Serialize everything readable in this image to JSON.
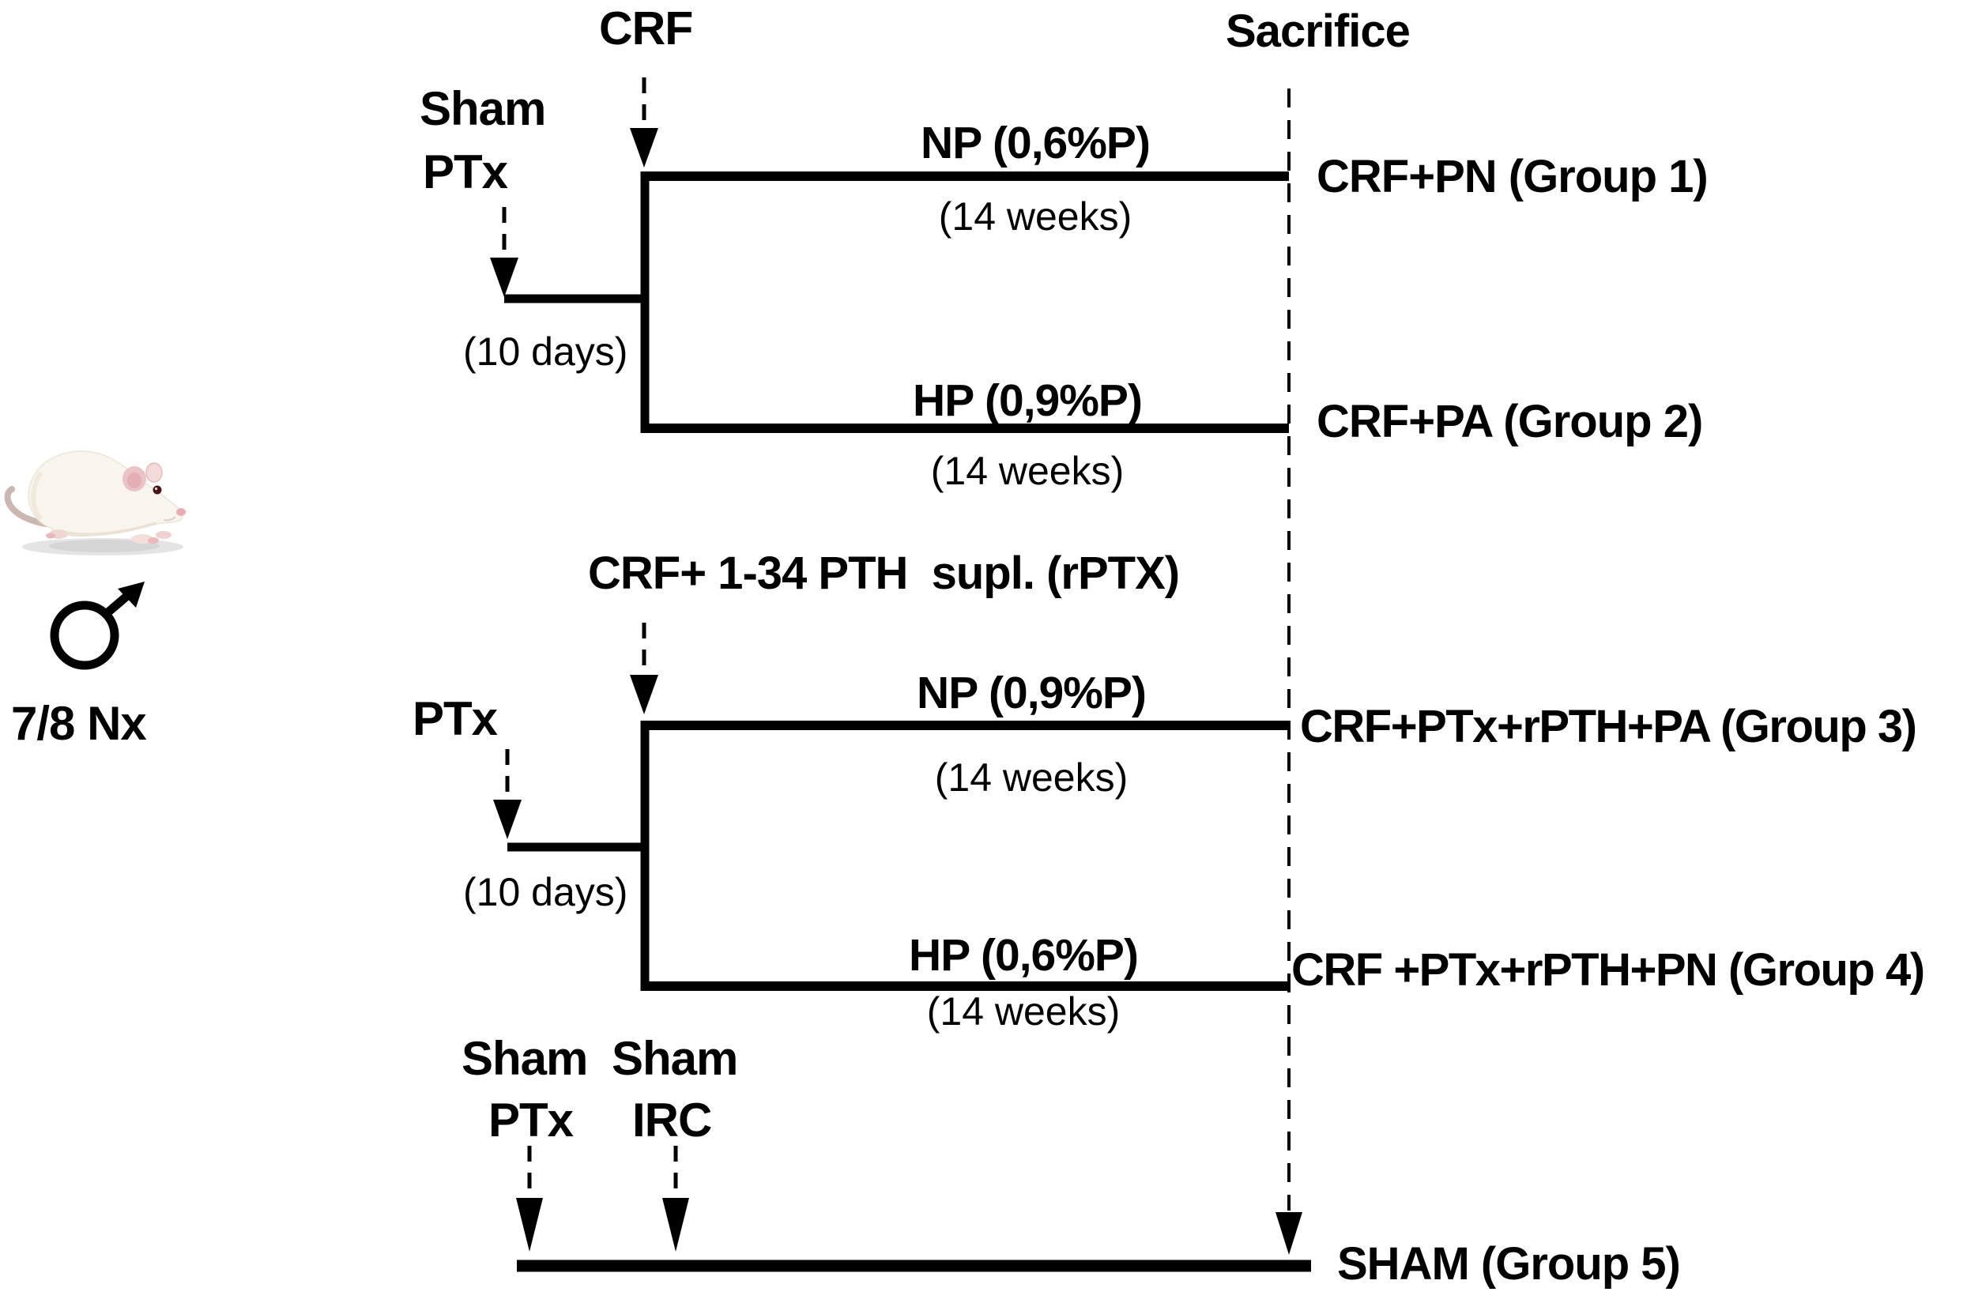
{
  "header": {
    "crf_label": "CRF",
    "sacrifice_label": "Sacrifice"
  },
  "subject": {
    "model_label": "7/8 Nx",
    "sex_icon": "male-symbol",
    "animal_icon": "albino-rat"
  },
  "branch1": {
    "pre_event_line1": "Sham",
    "pre_event_line2": "PTx",
    "interval": "(10 days)",
    "arm_top": {
      "diet": "NP (0,6%P)",
      "duration": "(14 weeks)",
      "group": "CRF+PN (Group 1)"
    },
    "arm_bottom": {
      "diet": "HP (0,9%P)",
      "duration": "(14 weeks)",
      "group": "CRF+PA (Group 2)"
    }
  },
  "branch2": {
    "event": "CRF+ 1-34 PTH  supl. (rPTX)",
    "pre_event": "PTx",
    "interval": "(10 days)",
    "arm_top": {
      "diet": "NP (0,9%P)",
      "duration": "(14 weeks)",
      "group": "CRF+PTx+rPTH+PA (Group 3)"
    },
    "arm_bottom": {
      "diet": "HP (0,6%P)",
      "duration": "(14 weeks)",
      "group": "CRF +PTx+rPTH+PN (Group 4)"
    }
  },
  "branch3": {
    "event1_line1": "Sham",
    "event1_line2": "PTx",
    "event2_line1": "Sham",
    "event2_line2": "IRC",
    "group": "SHAM (Group 5)"
  },
  "colors": {
    "background": "#ffffff",
    "line": "#000000",
    "text": "#000000",
    "rat_body": "#f8f5ef",
    "rat_ear": "#eac3c6"
  }
}
